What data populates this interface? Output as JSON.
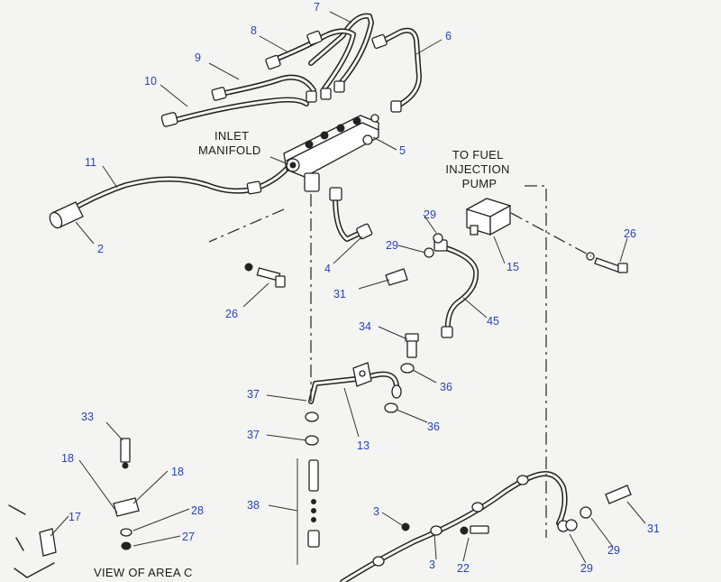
{
  "labels": {
    "inlet_manifold": [
      "INLET",
      "MANIFOLD"
    ],
    "to_fuel_injection_pump": [
      "TO FUEL",
      "INJECTION",
      "PUMP"
    ],
    "view_of_area": "VIEW OF AREA  C"
  },
  "callouts": [
    {
      "id": "7",
      "text": "7"
    },
    {
      "id": "8",
      "text": "8"
    },
    {
      "id": "6",
      "text": "6"
    },
    {
      "id": "9",
      "text": "9"
    },
    {
      "id": "10",
      "text": "10"
    },
    {
      "id": "5",
      "text": "5"
    },
    {
      "id": "11",
      "text": "11"
    },
    {
      "id": "2",
      "text": "2"
    },
    {
      "id": "29a",
      "text": "29"
    },
    {
      "id": "29b",
      "text": "29"
    },
    {
      "id": "26a",
      "text": "26"
    },
    {
      "id": "15",
      "text": "15"
    },
    {
      "id": "4",
      "text": "4"
    },
    {
      "id": "31a",
      "text": "31"
    },
    {
      "id": "26b",
      "text": "26"
    },
    {
      "id": "45",
      "text": "45"
    },
    {
      "id": "34",
      "text": "34"
    },
    {
      "id": "36a",
      "text": "36"
    },
    {
      "id": "37a",
      "text": "37"
    },
    {
      "id": "36b",
      "text": "36"
    },
    {
      "id": "33",
      "text": "33"
    },
    {
      "id": "37b",
      "text": "37"
    },
    {
      "id": "13",
      "text": "13"
    },
    {
      "id": "18a",
      "text": "18"
    },
    {
      "id": "18b",
      "text": "18"
    },
    {
      "id": "28",
      "text": "28"
    },
    {
      "id": "17",
      "text": "17"
    },
    {
      "id": "27",
      "text": "27"
    },
    {
      "id": "38",
      "text": "38"
    },
    {
      "id": "3a",
      "text": "3"
    },
    {
      "id": "31b",
      "text": "31"
    },
    {
      "id": "29c",
      "text": "29"
    },
    {
      "id": "3b",
      "text": "3"
    },
    {
      "id": "22",
      "text": "22"
    },
    {
      "id": "29d",
      "text": "29"
    }
  ]
}
